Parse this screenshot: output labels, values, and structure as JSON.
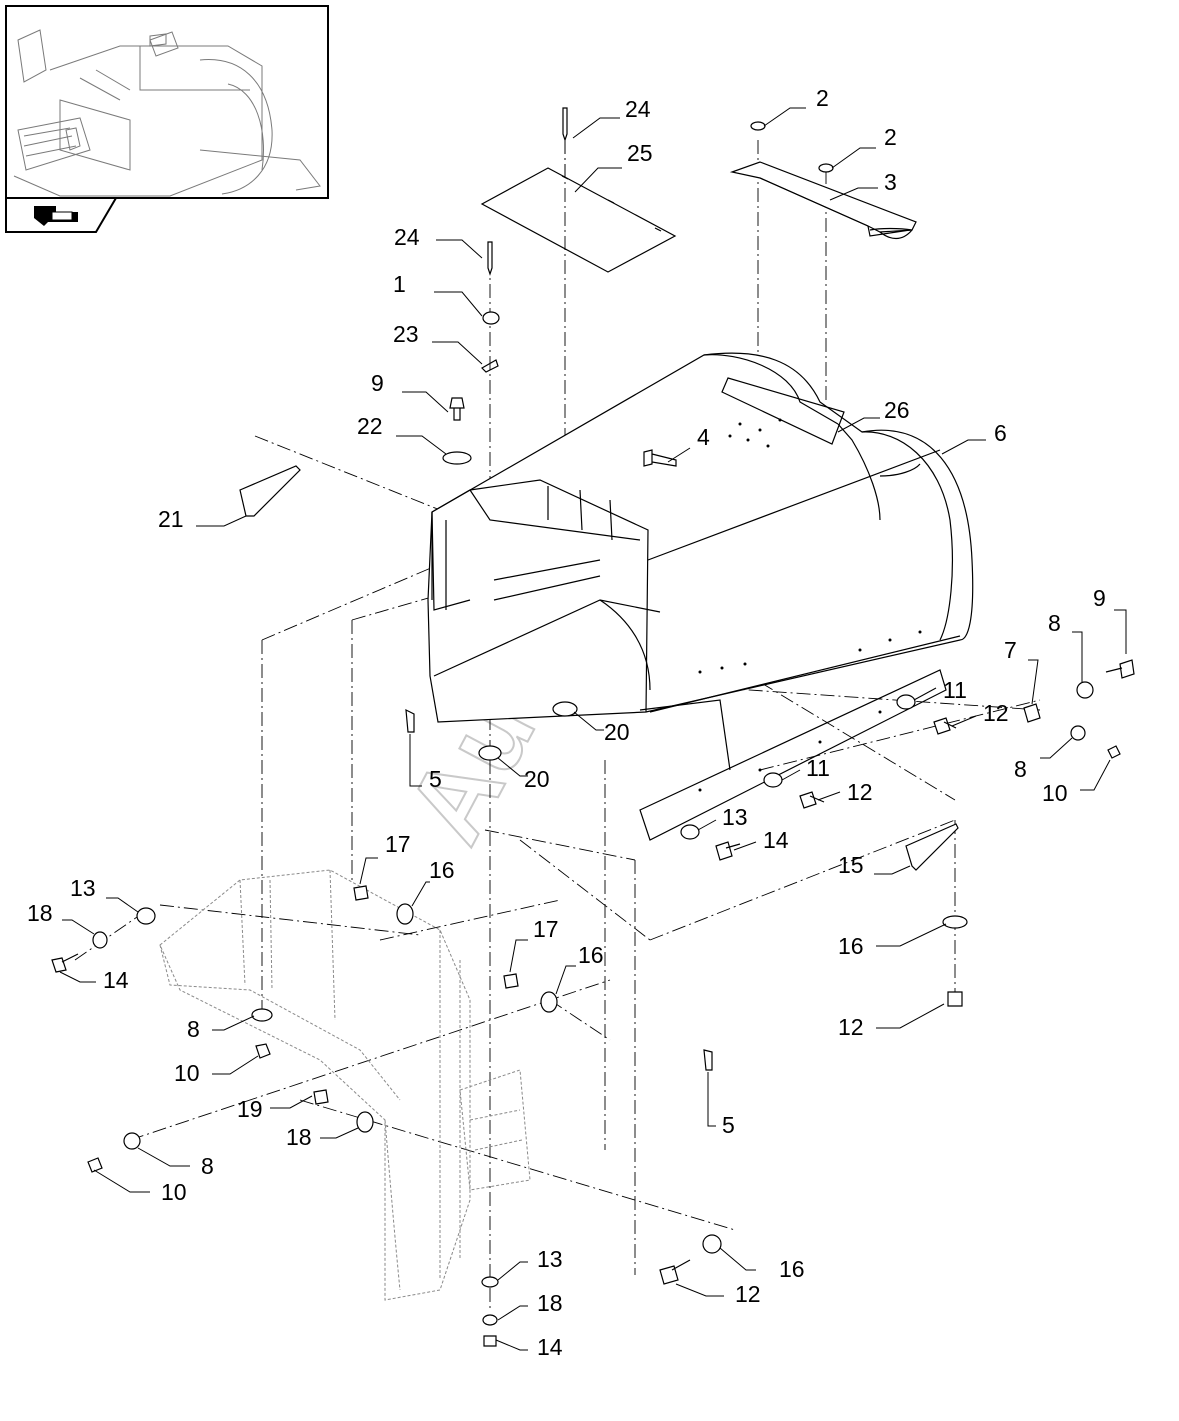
{
  "watermark": "AutoSoft",
  "callouts": [
    {
      "id": "c-24a",
      "label": "24"
    },
    {
      "id": "c-25",
      "label": "25"
    },
    {
      "id": "c-2a",
      "label": "2"
    },
    {
      "id": "c-2b",
      "label": "2"
    },
    {
      "id": "c-3",
      "label": "3"
    },
    {
      "id": "c-24b",
      "label": "24"
    },
    {
      "id": "c-1",
      "label": "1"
    },
    {
      "id": "c-23",
      "label": "23"
    },
    {
      "id": "c-9a",
      "label": "9"
    },
    {
      "id": "c-22",
      "label": "22"
    },
    {
      "id": "c-26",
      "label": "26"
    },
    {
      "id": "c-6",
      "label": "6"
    },
    {
      "id": "c-4",
      "label": "4"
    },
    {
      "id": "c-21",
      "label": "21"
    },
    {
      "id": "c-9b",
      "label": "9"
    },
    {
      "id": "c-8a",
      "label": "8"
    },
    {
      "id": "c-7",
      "label": "7"
    },
    {
      "id": "c-11a",
      "label": "11"
    },
    {
      "id": "c-12a",
      "label": "12"
    },
    {
      "id": "c-8b",
      "label": "8"
    },
    {
      "id": "c-10a",
      "label": "10"
    },
    {
      "id": "c-20a",
      "label": "20"
    },
    {
      "id": "c-20b",
      "label": "20"
    },
    {
      "id": "c-5a",
      "label": "5"
    },
    {
      "id": "c-11b",
      "label": "11"
    },
    {
      "id": "c-12b",
      "label": "12"
    },
    {
      "id": "c-13a",
      "label": "13"
    },
    {
      "id": "c-14a",
      "label": "14"
    },
    {
      "id": "c-17a",
      "label": "17"
    },
    {
      "id": "c-16a",
      "label": "16"
    },
    {
      "id": "c-15",
      "label": "15"
    },
    {
      "id": "c-13b",
      "label": "13"
    },
    {
      "id": "c-18a",
      "label": "18"
    },
    {
      "id": "c-14b",
      "label": "14"
    },
    {
      "id": "c-17b",
      "label": "17"
    },
    {
      "id": "c-16b",
      "label": "16"
    },
    {
      "id": "c-16c",
      "label": "16"
    },
    {
      "id": "c-8c",
      "label": "8"
    },
    {
      "id": "c-10b",
      "label": "10"
    },
    {
      "id": "c-12c",
      "label": "12"
    },
    {
      "id": "c-5b",
      "label": "5"
    },
    {
      "id": "c-19",
      "label": "19"
    },
    {
      "id": "c-18b",
      "label": "18"
    },
    {
      "id": "c-8d",
      "label": "8"
    },
    {
      "id": "c-10c",
      "label": "10"
    },
    {
      "id": "c-13c",
      "label": "13"
    },
    {
      "id": "c-16d",
      "label": "16"
    },
    {
      "id": "c-12d",
      "label": "12"
    },
    {
      "id": "c-18c",
      "label": "18"
    },
    {
      "id": "c-14c",
      "label": "14"
    }
  ]
}
